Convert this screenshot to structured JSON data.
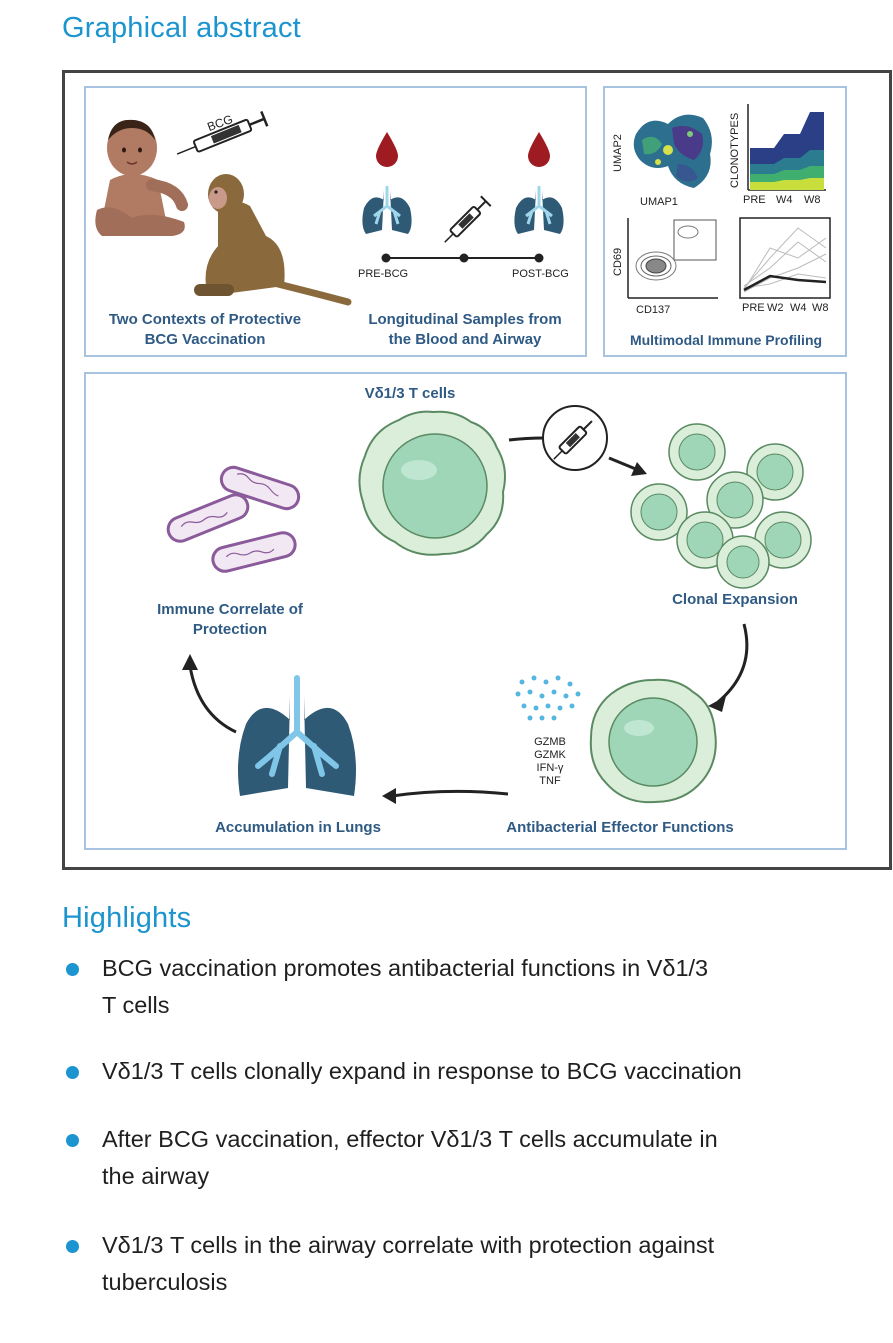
{
  "header": {
    "graphical_abstract": "Graphical abstract",
    "highlights": "Highlights"
  },
  "top_left": {
    "caption1": "Two Contexts of Protective BCG Vaccination",
    "caption1_line1": "Two Contexts of Protective",
    "caption1_line2": "BCG Vaccination",
    "syringe_label": "BCG",
    "caption2_line1": "Longitudinal Samples from",
    "caption2_line2": "the Blood and Airway",
    "timeline_pre": "PRE-BCG",
    "timeline_post": "POST-BCG"
  },
  "top_right": {
    "caption": "Multimodal Immune Profiling",
    "umap_x": "UMAP1",
    "umap_y": "UMAP2",
    "clonotypes_y": "CLONOTYPES",
    "clonotypes_ticks": [
      "PRE",
      "W4",
      "W8"
    ],
    "flow_x": "CD137",
    "flow_y": "CD69",
    "line_ticks": [
      "PRE",
      "W2",
      "W4",
      "W8"
    ]
  },
  "bottom": {
    "cells_title": "Vδ1/3 T cells",
    "clonal_expansion": "Clonal Expansion",
    "immune_correlate_line1": "Immune Correlate of",
    "immune_correlate_line2": "Protection",
    "accumulation": "Accumulation in Lungs",
    "effector_functions": "Antibacterial Effector Functions",
    "cytokines": [
      "GZMB",
      "GZMK",
      "IFN-γ",
      "TNF"
    ]
  },
  "highlights": [
    {
      "line1": "BCG vaccination promotes antibacterial functions in Vδ1/3",
      "line2": "T cells"
    },
    {
      "line1": "Vδ1/3 T cells clonally expand in response to BCG vaccination",
      "line2": ""
    },
    {
      "line1": "After BCG vaccination, effector Vδ1/3 T cells accumulate in",
      "line2": "the airway"
    },
    {
      "line1": "Vδ1/3 T cells in the airway correlate with protection against",
      "line2": "tuberculosis"
    }
  ],
  "colors": {
    "accent": "#1b94cf",
    "caption": "#2f5a84",
    "panel_border": "#a8c3df",
    "lung": "#2f5a75",
    "blood": "#9e1b22",
    "cell_green": "#9fd6b8",
    "bacteria": "#8a5a9a"
  }
}
